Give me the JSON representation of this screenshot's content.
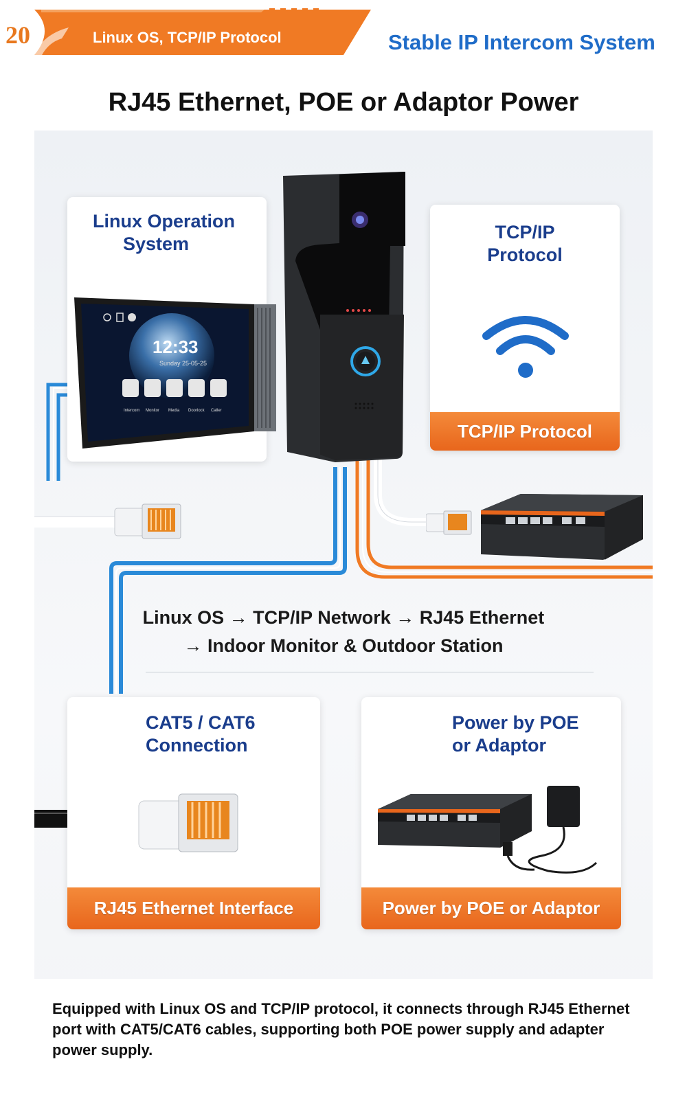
{
  "header": {
    "number": "20",
    "banner_text": "Linux OS, TCP/IP Protocol",
    "tagline": "Stable IP Intercom System"
  },
  "main_title": "RJ45 Ethernet, POE or Adaptor Power",
  "cards": {
    "linux": {
      "title_line1": "Linux Operation",
      "title_line2": "System"
    },
    "tcpip": {
      "title_line1": "TCP/IP",
      "title_line2": "Protocol",
      "label": "TCP/IP Protocol"
    },
    "cat": {
      "title_line1": "CAT5 / CAT6",
      "title_line2": "Connection",
      "label": "RJ45 Ethernet Interface"
    },
    "power": {
      "title_line1": "Power by POE",
      "title_line2": "or Adaptor",
      "label": "Power by POE or Adaptor"
    }
  },
  "monitor": {
    "time": "12:33",
    "date": "Sunday 25-05-25",
    "apps": [
      "Intercom",
      "Monitor",
      "Media",
      "Doorlock",
      "Caller"
    ]
  },
  "flow": {
    "line1": "Linux OS → TCP/IP Network → RJ45 Ethernet",
    "line2": "→ Indoor Monitor & Outdoor Station"
  },
  "description": "Equipped with Linux OS and TCP/IP protocol, it connects through RJ45 Ethernet port with CAT5/CAT6 cables, supporting both POE power supply and adapter power supply.",
  "colors": {
    "accent_orange": "#e8661c",
    "brand_blue": "#1f6cc8",
    "title_navy": "#1a3d8c",
    "cable_blue": "#2a8ad8"
  }
}
